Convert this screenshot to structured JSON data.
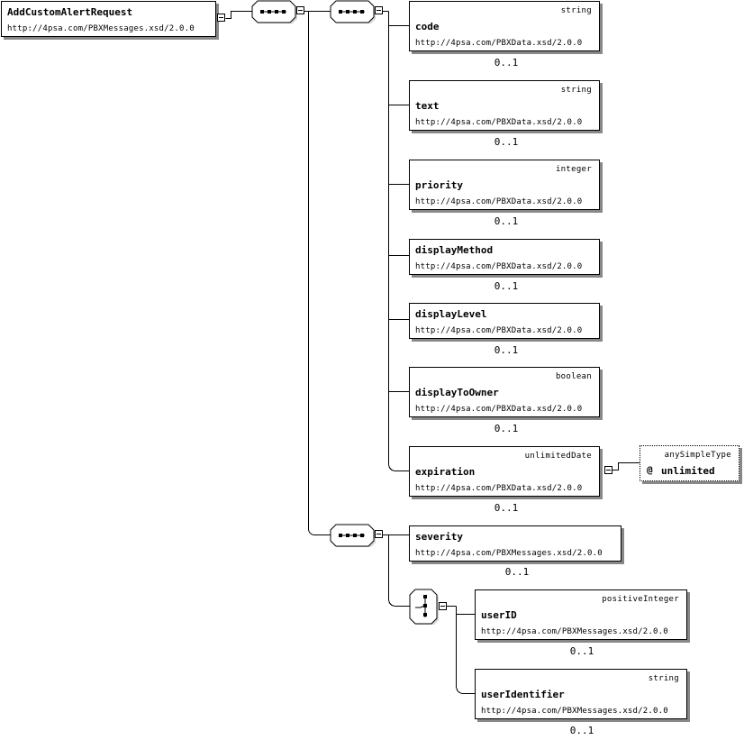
{
  "root": {
    "name": "AddCustomAlertRequest",
    "namespace": "http://4psa.com/PBXMessages.xsd/2.0.0"
  },
  "elements": [
    {
      "type": "string",
      "name": "code",
      "namespace": "http://4psa.com/PBXData.xsd/2.0.0",
      "occurs": "0..1"
    },
    {
      "type": "string",
      "name": "text",
      "namespace": "http://4psa.com/PBXData.xsd/2.0.0",
      "occurs": "0..1"
    },
    {
      "type": "integer",
      "name": "priority",
      "namespace": "http://4psa.com/PBXData.xsd/2.0.0",
      "occurs": "0..1"
    },
    {
      "type": "",
      "name": "displayMethod",
      "namespace": "http://4psa.com/PBXData.xsd/2.0.0",
      "occurs": "0..1"
    },
    {
      "type": "",
      "name": "displayLevel",
      "namespace": "http://4psa.com/PBXData.xsd/2.0.0",
      "occurs": "0..1"
    },
    {
      "type": "boolean",
      "name": "displayToOwner",
      "namespace": "http://4psa.com/PBXData.xsd/2.0.0",
      "occurs": "0..1"
    },
    {
      "type": "unlimitedDate",
      "name": "expiration",
      "namespace": "http://4psa.com/PBXData.xsd/2.0.0",
      "occurs": "0..1"
    },
    {
      "type": "",
      "name": "severity",
      "namespace": "http://4psa.com/PBXMessages.xsd/2.0.0",
      "occurs": "0..1"
    },
    {
      "type": "positiveInteger",
      "name": "userID",
      "namespace": "http://4psa.com/PBXMessages.xsd/2.0.0",
      "occurs": "0..1"
    },
    {
      "type": "string",
      "name": "userIdentifier",
      "namespace": "http://4psa.com/PBXMessages.xsd/2.0.0",
      "occurs": "0..1"
    }
  ],
  "attribute": {
    "type": "anySimpleType",
    "symbol": "@",
    "name": "unlimited"
  }
}
